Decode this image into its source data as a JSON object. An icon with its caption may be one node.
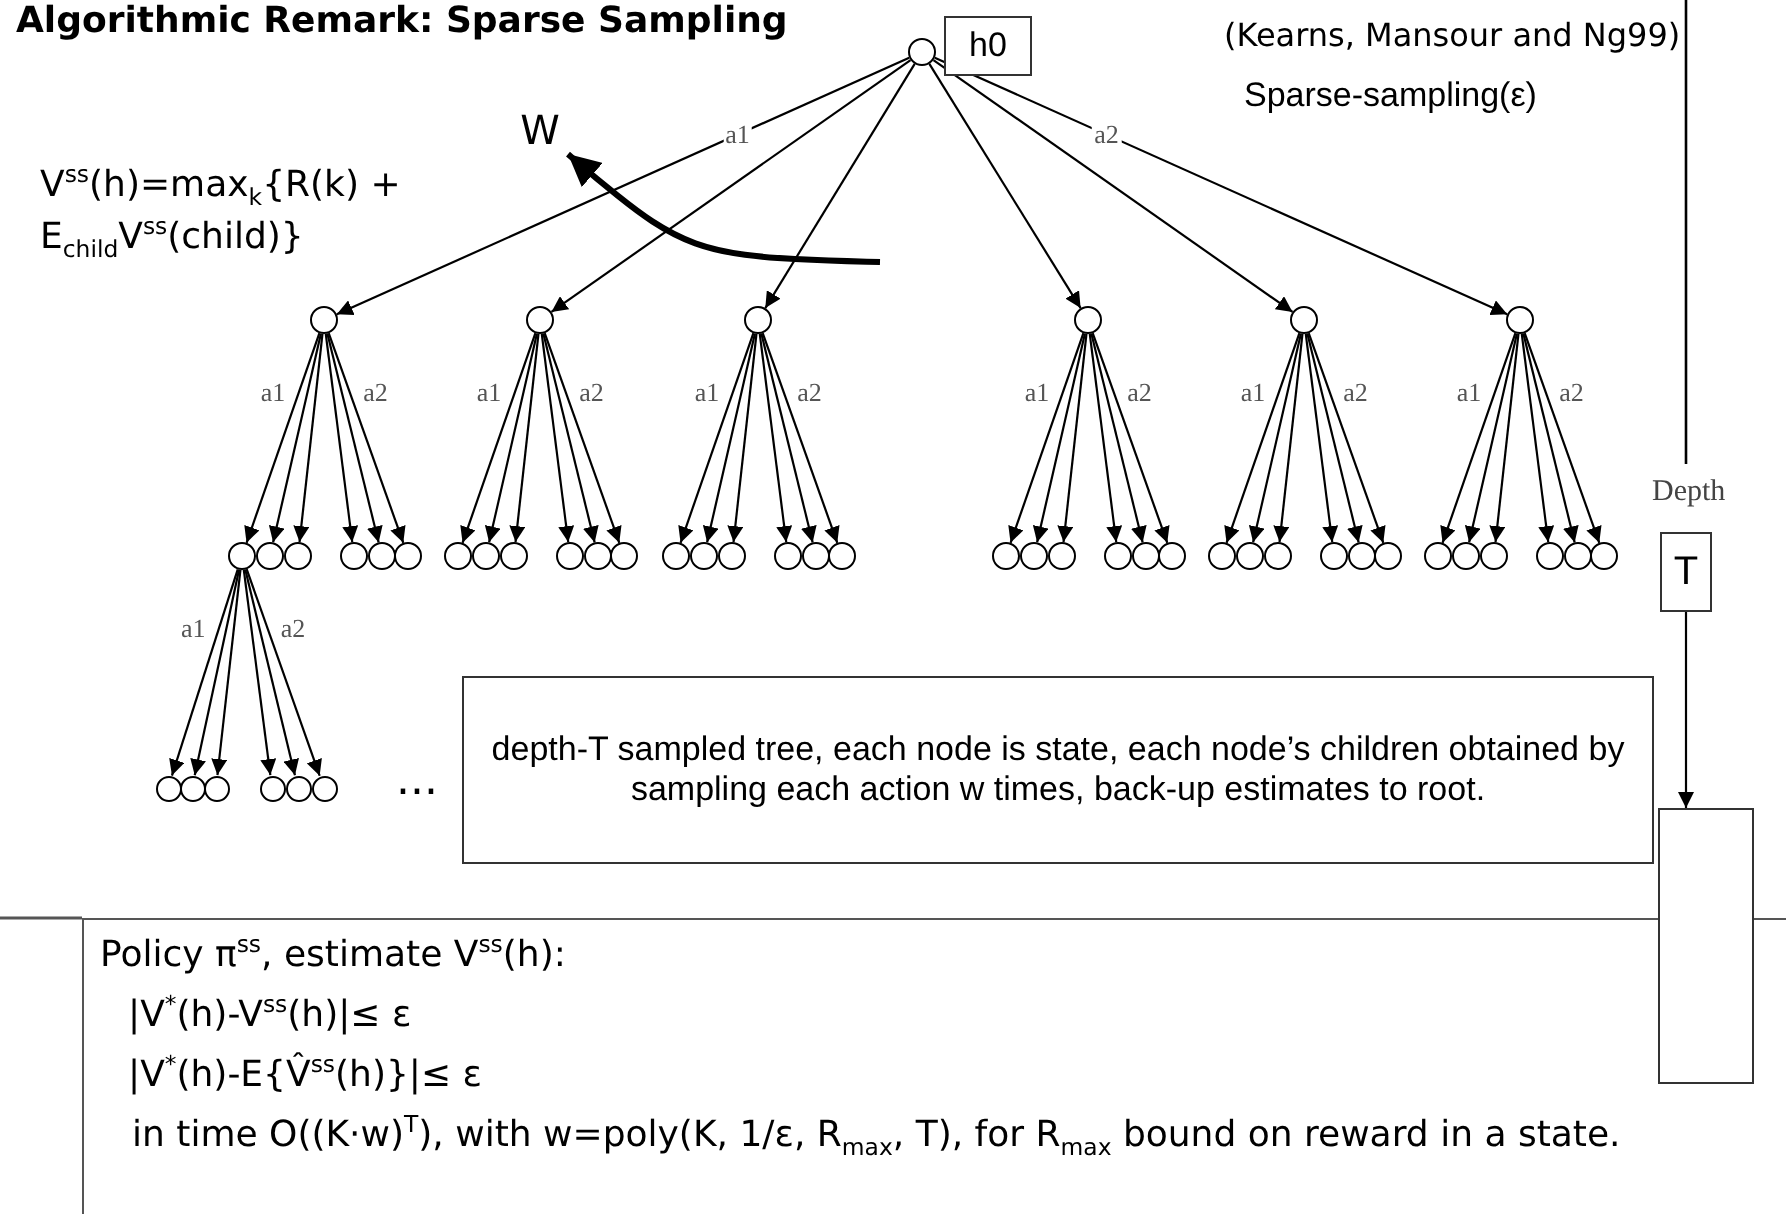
{
  "diagram": {
    "title": "Algorithmic Remark: Sparse Sampling",
    "nodes": [
      {
        "text": [],
        "shape": "circle"
      },
      {
        "text": [
          "h0"
        ]
      },
      {
        "text": [],
        "shape": "circle"
      },
      {
        "text": [],
        "shape": "circle"
      },
      {
        "text": [],
        "shape": "circle"
      },
      {
        "text": [],
        "shape": "circle"
      },
      {
        "text": [],
        "shape": "circle"
      },
      {
        "text": [],
        "shape": "circle"
      },
      {
        "text": [],
        "shape": "circle"
      },
      {
        "text": [],
        "shape": "circle"
      },
      {
        "text": [],
        "shape": "circle"
      },
      {
        "text": [],
        "shape": "circle"
      },
      {
        "text": [],
        "shape": "circle"
      },
      {
        "text": [],
        "shape": "circle"
      },
      {
        "text": [],
        "shape": "circle"
      },
      {
        "text": [],
        "shape": "circle"
      },
      {
        "text": [],
        "shape": "circle"
      },
      {
        "text": [],
        "shape": "circle"
      },
      {
        "text": [],
        "shape": "circle"
      },
      {
        "text": [],
        "shape": "circle"
      },
      {
        "text": [],
        "shape": "circle"
      },
      {
        "text": [],
        "shape": "circle"
      },
      {
        "text": [],
        "shape": "circle"
      },
      {
        "text": [],
        "shape": "circle"
      },
      {
        "text": [],
        "shape": "circle"
      },
      {
        "text": [],
        "shape": "circle"
      },
      {
        "text": [],
        "shape": "circle"
      },
      {
        "text": [],
        "shape": "circle"
      },
      {
        "text": [],
        "shape": "circle"
      },
      {
        "text": [],
        "shape": "circle"
      },
      {
        "text": [],
        "shape": "circle"
      },
      {
        "text": [],
        "shape": "circle"
      },
      {
        "text": [],
        "shape": "circle"
      },
      {
        "text": [],
        "shape": "circle"
      },
      {
        "text": [],
        "shape": "circle"
      },
      {
        "text": [],
        "shape": "circle"
      },
      {
        "text": [],
        "shape": "circle"
      },
      {
        "text": [],
        "shape": "circle"
      },
      {
        "text": [],
        "shape": "circle"
      },
      {
        "text": [],
        "shape": "circle"
      },
      {
        "text": [],
        "shape": "circle"
      },
      {
        "text": [],
        "shape": "circle"
      },
      {
        "text": [],
        "shape": "circle"
      },
      {
        "text": [],
        "shape": "circle"
      },
      {
        "text": [],
        "shape": "circle"
      },
      {
        "text": [],
        "shape": "circle"
      },
      {
        "text": [],
        "shape": "circle"
      },
      {
        "text": [],
        "shape": "circle"
      },
      {
        "text": [],
        "shape": "circle"
      },
      {
        "text": [],
        "shape": "circle"
      },
      {
        "text": [
          "W"
        ]
      },
      {
        "text": [
          "depth-T sampled tree, each node is state, each node’s children obtained by sampling each action w times, back-up estimates to root."
        ]
      },
      {
        "text": [
          "T"
        ]
      },
      {
        "text": [],
        "shape": "box"
      },
      {
        "text": [
          "Policy π$^{ss}$, estimate V$^{ss}$(h):",
          "|V$^{*}$(h)-V$^{ss}$(h)|≤ ε",
          "|V$^{*}$(h)-E{V̂$^{ss}$(h)}|≤ ε",
          "in time O((K·w)$^{T}$), with w=poly(K, 1/ε, R$_{max}$, T), for R$_{max}$ bound on reward in a state."
        ]
      }
    ],
    "edges": [
      {
        "from": 0,
        "to": 2,
        "arrow": "to",
        "label": "a1"
      },
      {
        "from": 0,
        "to": 3,
        "arrow": "to"
      },
      {
        "from": 0,
        "to": 4,
        "arrow": "to"
      },
      {
        "from": 0,
        "to": 5,
        "arrow": "to"
      },
      {
        "from": 0,
        "to": 6,
        "arrow": "to"
      },
      {
        "from": 0,
        "to": 7,
        "arrow": "to",
        "label": "a2"
      },
      {
        "from": 2,
        "to": 8,
        "arrow": "to",
        "label": "a1"
      },
      {
        "from": 2,
        "to": 9,
        "arrow": "to"
      },
      {
        "from": 2,
        "to": 10,
        "arrow": "to"
      },
      {
        "from": 2,
        "to": 11,
        "arrow": "to"
      },
      {
        "from": 2,
        "to": 12,
        "arrow": "to"
      },
      {
        "from": 2,
        "to": 13,
        "arrow": "to",
        "label": "a2"
      },
      {
        "from": 3,
        "to": 14,
        "arrow": "to",
        "label": "a1"
      },
      {
        "from": 3,
        "to": 15,
        "arrow": "to"
      },
      {
        "from": 3,
        "to": 16,
        "arrow": "to"
      },
      {
        "from": 3,
        "to": 17,
        "arrow": "to"
      },
      {
        "from": 3,
        "to": 18,
        "arrow": "to"
      },
      {
        "from": 3,
        "to": 19,
        "arrow": "to",
        "label": "a2"
      },
      {
        "from": 4,
        "to": 20,
        "arrow": "to",
        "label": "a1"
      },
      {
        "from": 4,
        "to": 21,
        "arrow": "to"
      },
      {
        "from": 4,
        "to": 22,
        "arrow": "to"
      },
      {
        "from": 4,
        "to": 23,
        "arrow": "to"
      },
      {
        "from": 4,
        "to": 24,
        "arrow": "to"
      },
      {
        "from": 4,
        "to": 25,
        "arrow": "to",
        "label": "a2"
      },
      {
        "from": 5,
        "to": 26,
        "arrow": "to",
        "label": "a1"
      },
      {
        "from": 5,
        "to": 27,
        "arrow": "to"
      },
      {
        "from": 5,
        "to": 28,
        "arrow": "to"
      },
      {
        "from": 5,
        "to": 29,
        "arrow": "to"
      },
      {
        "from": 5,
        "to": 30,
        "arrow": "to"
      },
      {
        "from": 5,
        "to": 31,
        "arrow": "to",
        "label": "a2"
      },
      {
        "from": 6,
        "to": 32,
        "arrow": "to",
        "label": "a1"
      },
      {
        "from": 6,
        "to": 33,
        "arrow": "to"
      },
      {
        "from": 6,
        "to": 34,
        "arrow": "to"
      },
      {
        "from": 6,
        "to": 35,
        "arrow": "to"
      },
      {
        "from": 6,
        "to": 36,
        "arrow": "to"
      },
      {
        "from": 6,
        "to": 37,
        "arrow": "to",
        "label": "a2"
      },
      {
        "from": 7,
        "to": 38,
        "arrow": "to",
        "label": "a1"
      },
      {
        "from": 7,
        "to": 39,
        "arrow": "to"
      },
      {
        "from": 7,
        "to": 40,
        "arrow": "to"
      },
      {
        "from": 7,
        "to": 41,
        "arrow": "to"
      },
      {
        "from": 7,
        "to": 42,
        "arrow": "to"
      },
      {
        "from": 7,
        "to": 43,
        "arrow": "to",
        "label": "a2"
      },
      {
        "from": 8,
        "to": 44,
        "arrow": "to",
        "label": "a1"
      },
      {
        "from": 8,
        "to": 45,
        "arrow": "to"
      },
      {
        "from": 8,
        "to": 46,
        "arrow": "to"
      },
      {
        "from": 8,
        "to": 47,
        "arrow": "to"
      },
      {
        "from": 8,
        "to": 48,
        "arrow": "to"
      },
      {
        "from": 8,
        "to": 49,
        "arrow": "to",
        "label": "a2"
      },
      {
        "from": null,
        "to": 50,
        "arrow": "to",
        "style": "thick"
      },
      {
        "from": 52,
        "to": 53,
        "arrow": "to"
      }
    ],
    "labels": [
      "(Kearns, Mansour and Ng99)",
      "Sparse-sampling(ε)",
      "V$^{ss}$(h)=max$_{k}${R(k) + E$_{child}$V$^{ss}$(child)}",
      "Depth",
      "..."
    ]
  }
}
